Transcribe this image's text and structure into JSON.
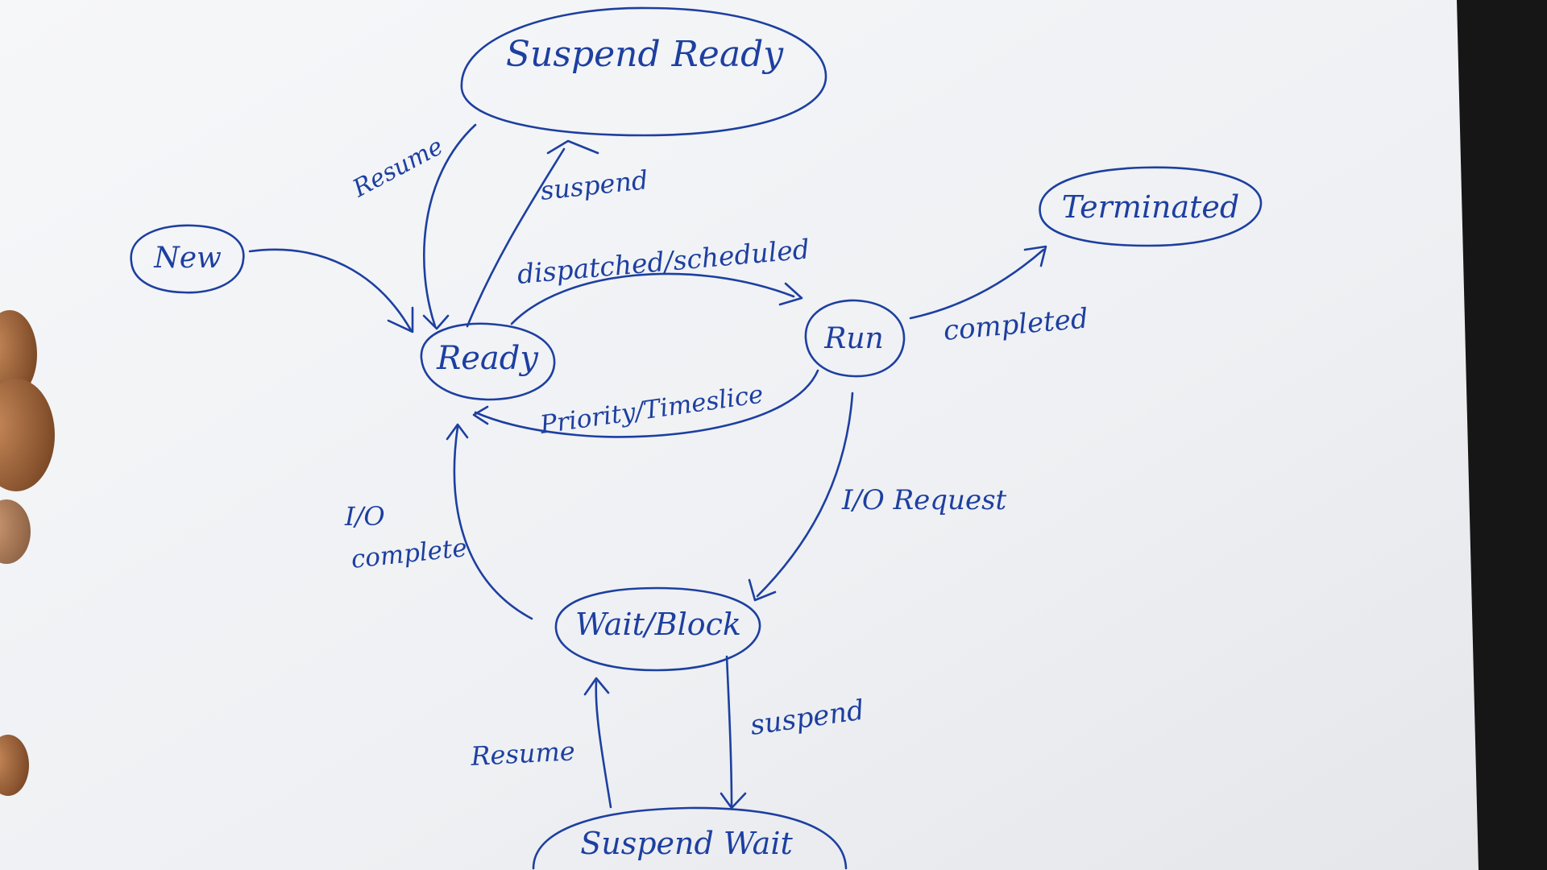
{
  "colors": {
    "ink": "#1d3fa0",
    "paper": "#f4f5f7",
    "background": "#161616",
    "skin": "#a66a3c"
  },
  "states": {
    "new": "New",
    "ready": "Ready",
    "run": "Run",
    "terminated": "Terminated",
    "wait_block": "Wait/Block",
    "suspend_ready": "Suspend Ready",
    "suspend_wait": "Suspend Wait"
  },
  "transitions": {
    "resume_top": "Resume",
    "suspend_top": "suspend",
    "dispatched": "dispatched/scheduled",
    "completed": "completed",
    "priority": "Priority/Timeslice",
    "io_request": "I/O Request",
    "io_complete_1": "I/O",
    "io_complete_2": "complete",
    "resume_bottom": "Resume",
    "suspend_bottom": "suspend"
  }
}
